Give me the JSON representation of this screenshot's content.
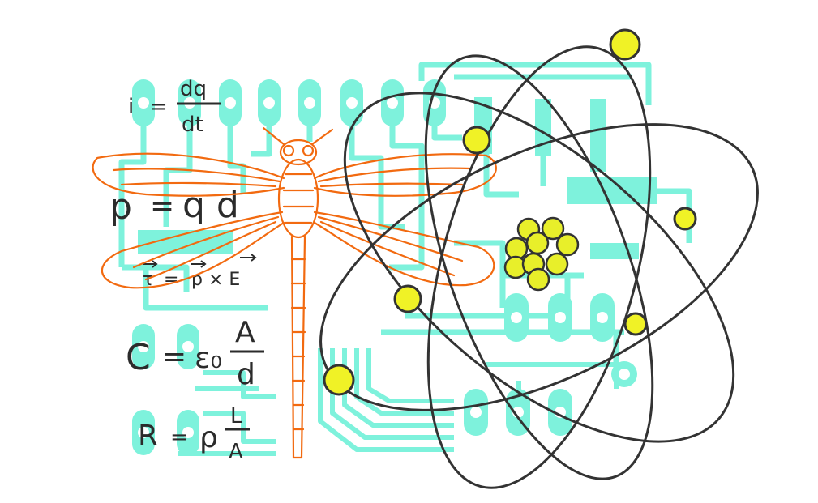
{
  "colors": {
    "background": "#ffffff",
    "circuit": "#7ef2dc",
    "dragonfly": "#f26a10",
    "orbit": "#333333",
    "electron": "#f0f226",
    "nucleus": "#e8ef2a"
  },
  "icons": [
    "circuit-board-icon",
    "dragonfly-icon",
    "atom-icon"
  ],
  "equations": {
    "current": {
      "lhs": "i",
      "eq": "=",
      "num": "dq",
      "den": "dt"
    },
    "dipole": {
      "lhs": "p",
      "eq": "=",
      "rhs": "q d"
    },
    "torque": {
      "lhs": "τ",
      "eq": "=",
      "rhs": "p × E"
    },
    "capacitance": {
      "lhs": "C",
      "eq": "=",
      "coef": "ε₀",
      "num": "A",
      "den": "d"
    },
    "resistance": {
      "lhs": "R",
      "eq": "=",
      "coef": "ρ",
      "num": "L",
      "den": "A"
    }
  }
}
